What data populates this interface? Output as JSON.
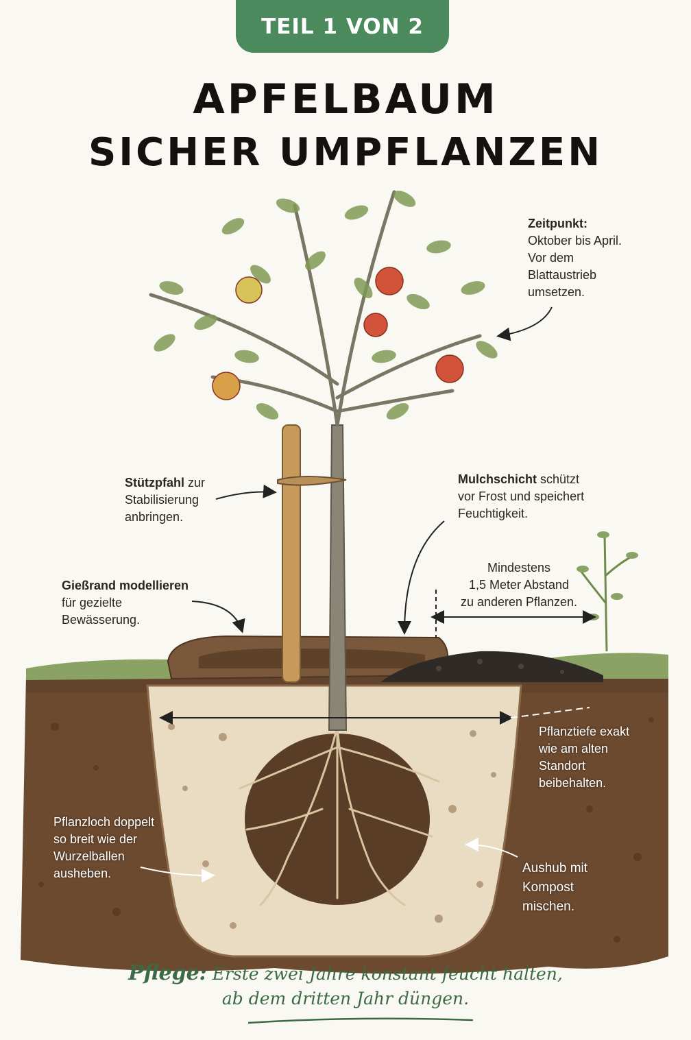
{
  "badge": "TEIL 1 VON 2",
  "title_line1": "APFELBAUM",
  "title_line2": "SICHER UMPFLANZEN",
  "labels": {
    "zeitpunkt": {
      "bold": "Zeitpunkt:",
      "lines": [
        "Oktober bis April.",
        "Vor dem",
        "Blattaustrieb",
        "umsetzen."
      ]
    },
    "stuetzpfahl": {
      "bold": "Stützpfahl",
      "rest": " zur",
      "lines": [
        "Stabilisierung",
        "anbringen."
      ]
    },
    "mulch": {
      "bold": "Mulchschicht",
      "rest": " schützt",
      "lines": [
        "vor Frost und speichert",
        "Feuchtigkeit."
      ]
    },
    "abstand": {
      "lines": [
        "Mindestens",
        "1,5 Meter Abstand",
        "zu anderen Pflanzen."
      ]
    },
    "giessrand": {
      "bold": "Gießrand modellieren",
      "lines": [
        "für gezielte",
        "Bewässerung."
      ]
    },
    "pflanztiefe": {
      "lines": [
        "Pflanztiefe exakt",
        "wie am alten",
        "Standort",
        "beibehalten."
      ]
    },
    "pflanzloch": {
      "lines": [
        "Pflanzloch doppelt",
        "so breit wie der",
        "Wurzelballen",
        "ausheben."
      ]
    },
    "aushub": {
      "lines": [
        "Aushub mit",
        "Kompost",
        "mischen."
      ]
    }
  },
  "footer": {
    "bold": "Pflege:",
    "line1": " Erste zwei Jahre konstant feucht halten,",
    "line2": "ab dem dritten Jahr düngen."
  },
  "colors": {
    "badge": "#4a8a5c",
    "soil": "#6b4a30",
    "soil_light": "#e9dcc2",
    "leaf": "#7f9a55",
    "apple": "#d0533a",
    "footer": "#3b6b45"
  }
}
